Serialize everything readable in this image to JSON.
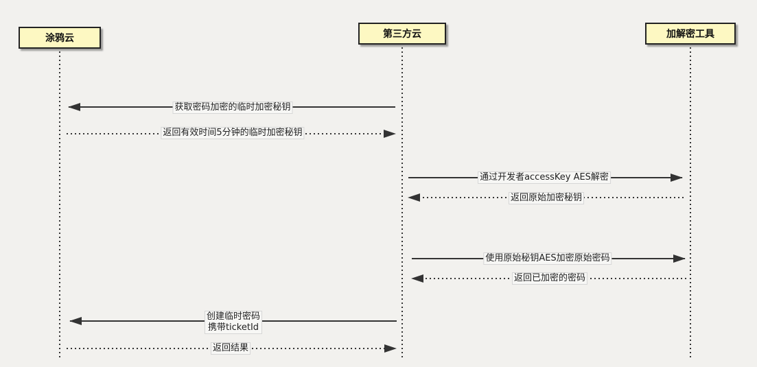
{
  "participants": [
    {
      "id": "tuya",
      "name": "涂鸦云"
    },
    {
      "id": "third",
      "name": "第三方云"
    },
    {
      "id": "tool",
      "name": "加解密工具"
    }
  ],
  "messages": [
    {
      "from": "third",
      "to": "tuya",
      "style": "solid",
      "lines": [
        "获取密码加密的临时加密秘钥"
      ]
    },
    {
      "from": "tuya",
      "to": "third",
      "style": "dotted",
      "lines": [
        "返回有效时间5分钟的临时加密秘钥"
      ]
    },
    {
      "from": "third",
      "to": "tool",
      "style": "solid",
      "lines": [
        "通过开发者accessKey AES解密"
      ]
    },
    {
      "from": "tool",
      "to": "third",
      "style": "dotted",
      "lines": [
        "返回原始加密秘钥"
      ]
    },
    {
      "from": "third",
      "to": "tool",
      "style": "solid",
      "lines": [
        "使用原始秘钥AES加密原始密码"
      ]
    },
    {
      "from": "tool",
      "to": "third",
      "style": "dotted",
      "lines": [
        "返回已加密的密码"
      ]
    },
    {
      "from": "third",
      "to": "tuya",
      "style": "solid",
      "lines": [
        "创建临时密码",
        "携带ticketId"
      ]
    },
    {
      "from": "tuya",
      "to": "third",
      "style": "dotted",
      "lines": [
        "返回结果"
      ]
    }
  ],
  "colors": {
    "background": "#f2f1ee",
    "participant_fill": "#fdf8c2",
    "line": "#333333"
  }
}
